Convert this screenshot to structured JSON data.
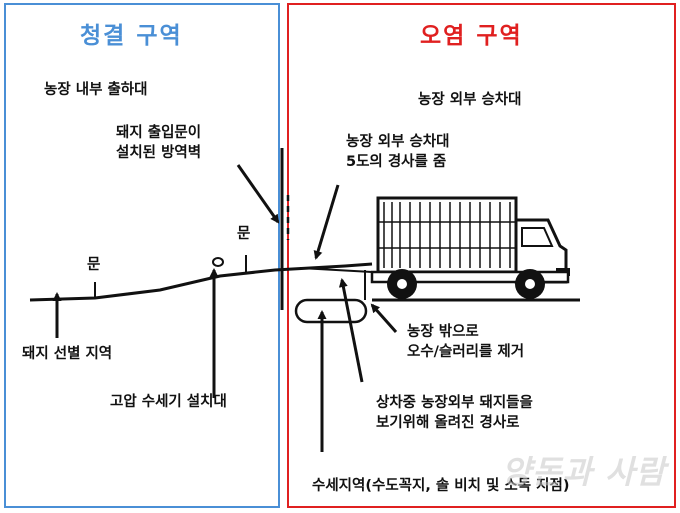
{
  "zones": {
    "clean_title": "청결 구역",
    "dirty_title": "오염 구역",
    "clean_color": "#4a8fd6",
    "dirty_color": "#e02020"
  },
  "labels": {
    "inner_loading": "농장 내부 출하대",
    "outer_loading": "농장 외부 승차대",
    "wall_line1": "돼지 출입문이",
    "wall_line2": "설치된 방역벽",
    "slope_line1": "농장 외부 승차대",
    "slope_line2": "5도의 경사를 줌",
    "door_left": "문",
    "door_right": "문",
    "pig_sort": "돼지 선별 지역",
    "washer": "고압 수세기 설치대",
    "drain_line1": "농장 밖으로",
    "drain_line2": "오수/슬러리를 제거",
    "raised_line1": "상차중 농장외부 돼지들을",
    "raised_line2": "보기위해 올려진 경사로",
    "wash_area": "수세지역(수도꼭지, 솔 비치 및 소독 지점)"
  },
  "watermark": "양돈과 사람"
}
